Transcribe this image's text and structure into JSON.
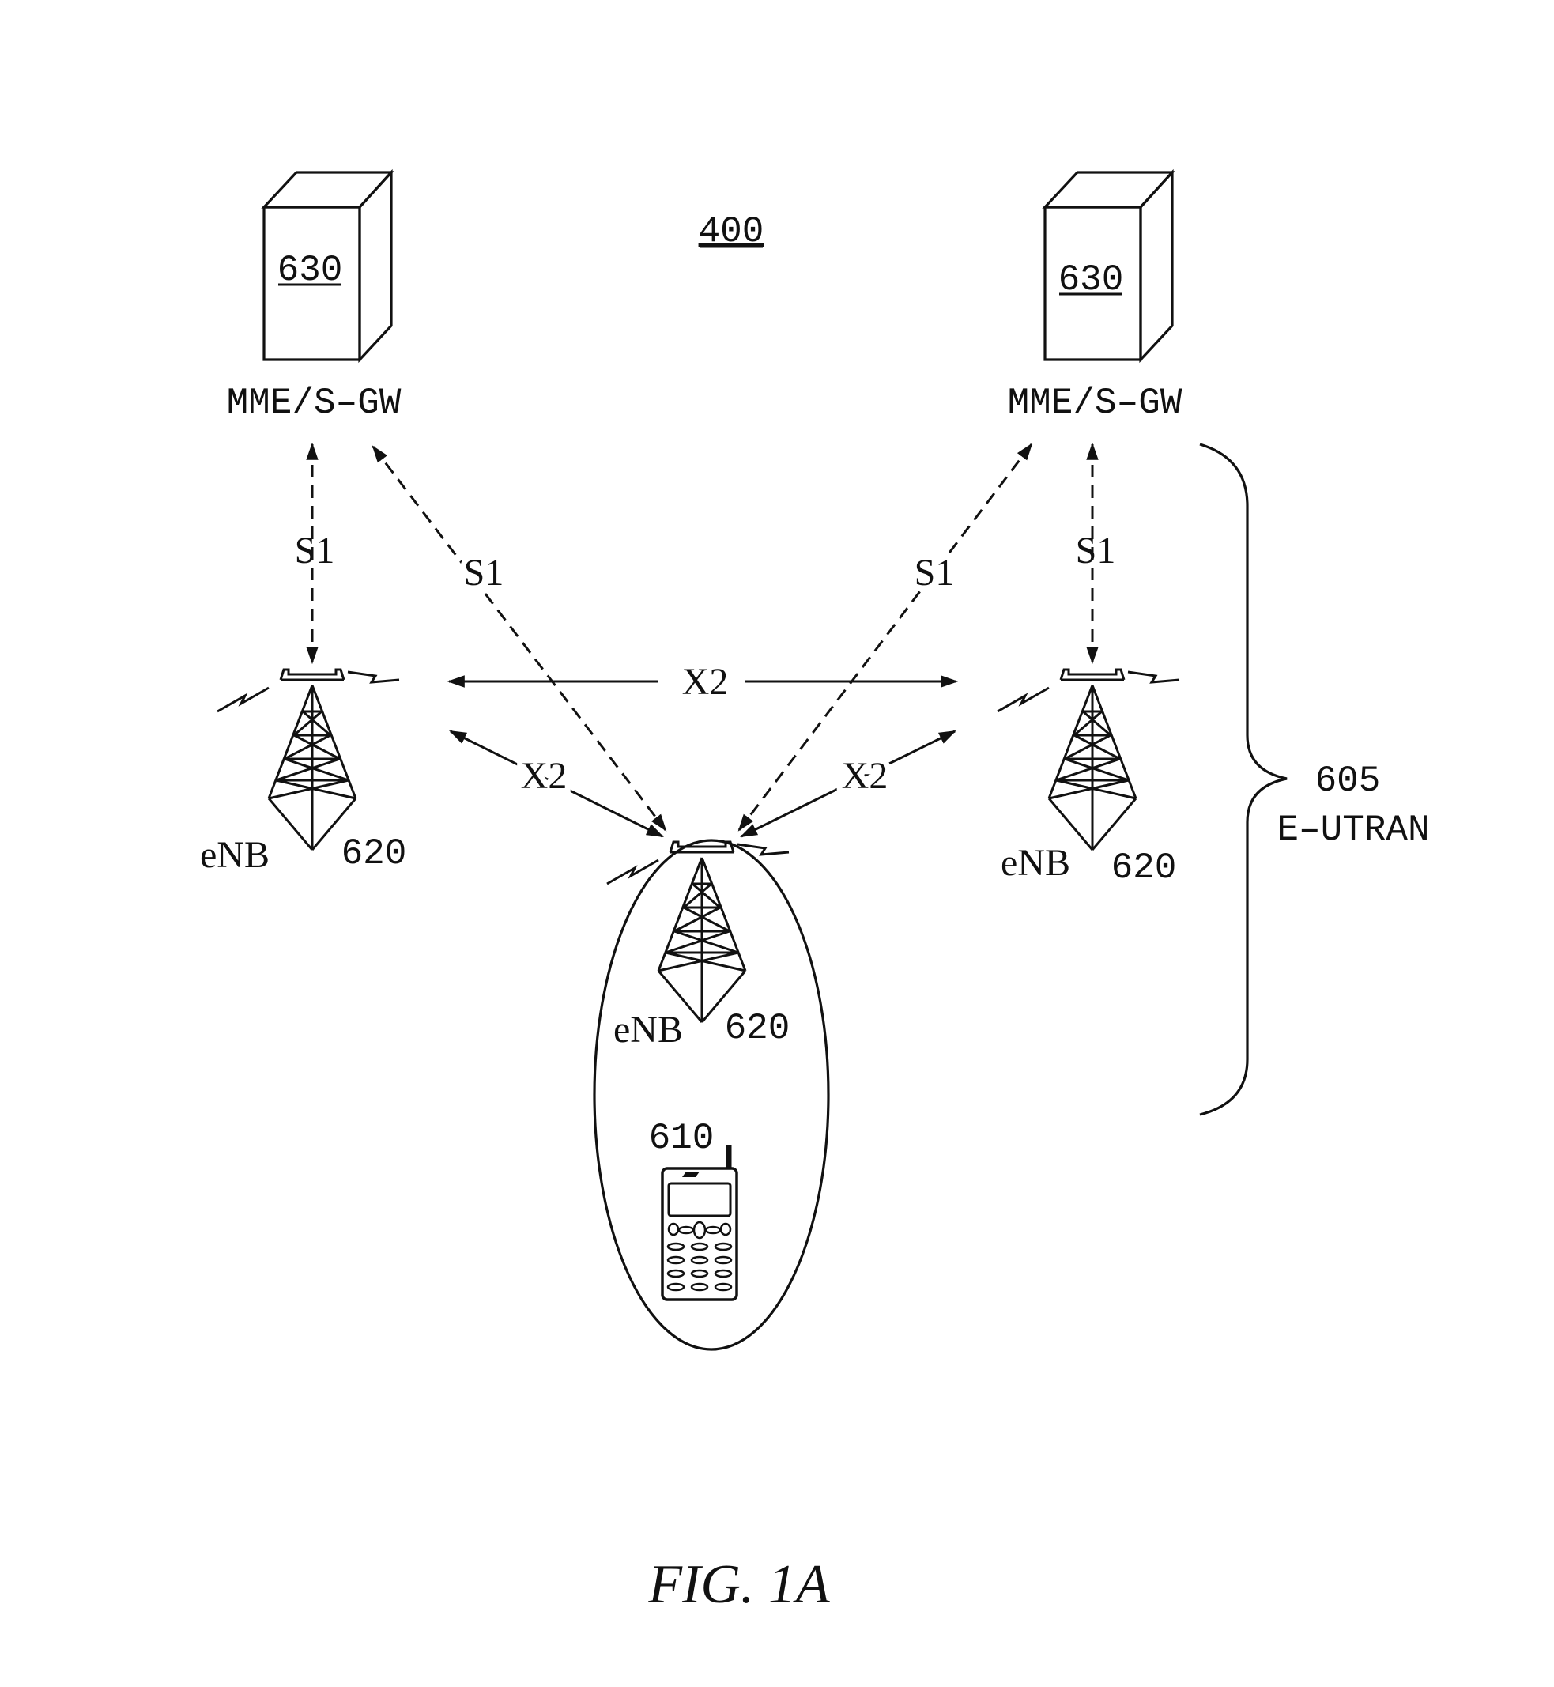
{
  "figure": {
    "caption": "FIG. 1A",
    "system_ref": "400"
  },
  "servers": [
    {
      "ref": "630",
      "label": "MME/S–GW"
    },
    {
      "ref": "630",
      "label": "MME/S–GW"
    }
  ],
  "enbs": [
    {
      "label": "eNB",
      "ref": "620"
    },
    {
      "label": "eNB",
      "ref": "620"
    },
    {
      "label": "eNB",
      "ref": "620"
    }
  ],
  "ue": {
    "ref": "610"
  },
  "interfaces": {
    "s1_left_vertical": "S1",
    "s1_left_diagonal": "S1",
    "s1_right_diagonal": "S1",
    "s1_right_vertical": "S1",
    "x2_top": "X2",
    "x2_left": "X2",
    "x2_right": "X2"
  },
  "eutran": {
    "ref": "605",
    "label": "E–UTRAN"
  }
}
